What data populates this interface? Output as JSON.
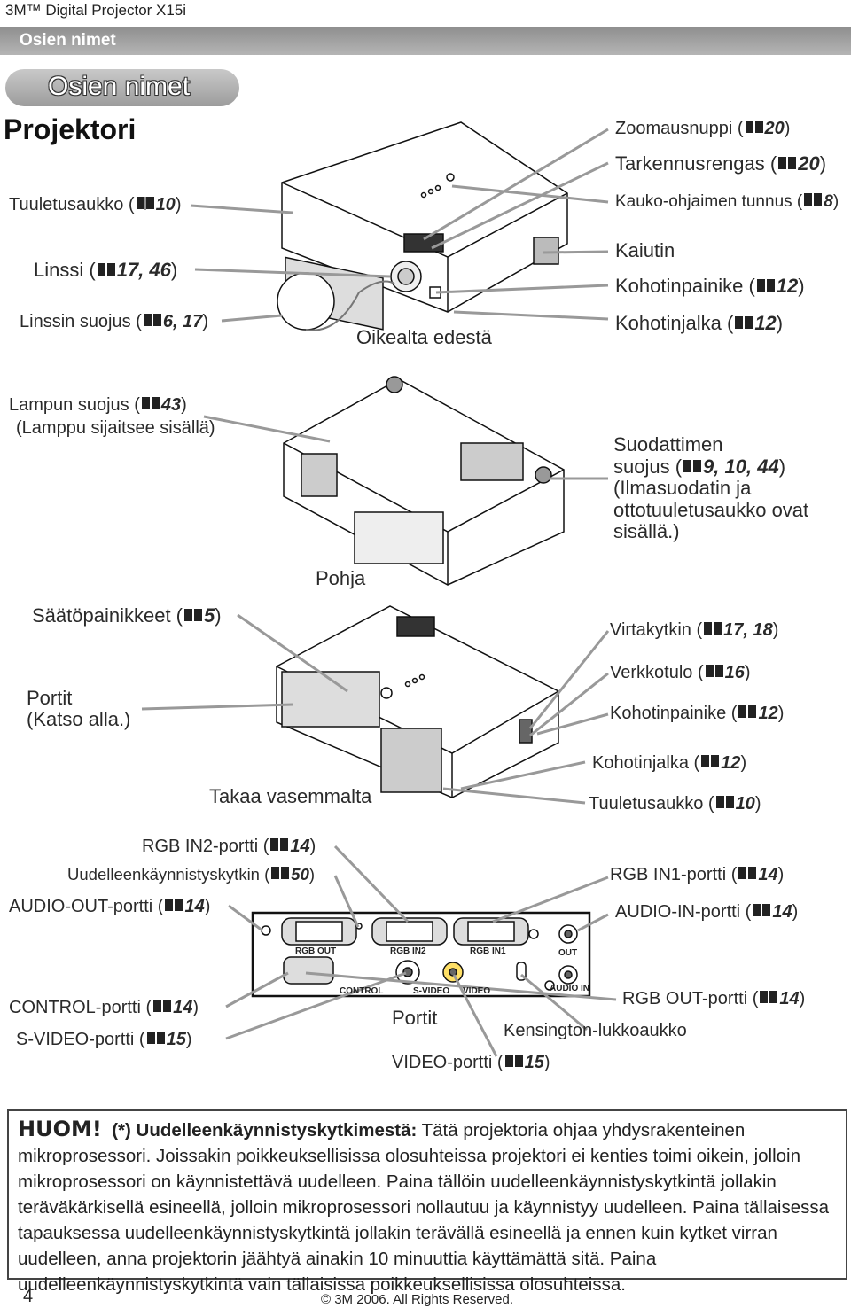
{
  "header": {
    "model": "3M™ Digital Projector X15i",
    "section_bar": "Osien nimet",
    "section_tab": "Osien nimet",
    "heading": "Projektori"
  },
  "front_view": {
    "caption": "Oikealta edestä",
    "left_labels": [
      {
        "text": "Tuuletusaukko (",
        "ref": "10"
      },
      {
        "text": "Linssi (",
        "ref": "17, 46"
      },
      {
        "text": "Linssin suojus (",
        "ref": "6, 17"
      }
    ],
    "right_labels": [
      {
        "text": "Zoomausnuppi (",
        "ref": "20"
      },
      {
        "text": "Tarkennusrengas (",
        "ref": "20"
      },
      {
        "text": "Kauko-ohjaimen tunnus (",
        "ref": "8"
      },
      {
        "text": "Kaiutin",
        "ref": ""
      },
      {
        "text": "Kohotinpainike (",
        "ref": "12"
      },
      {
        "text": "Kohotinjalka (",
        "ref": "12"
      }
    ]
  },
  "bottom_view": {
    "caption": "Pohja",
    "lamp_cover": {
      "text": "Lampun suojus (",
      "ref": "43",
      "note": "(Lamppu sijaitsee sisällä)"
    },
    "filter_cover": {
      "lines": [
        "Suodattimen",
        "suojus (",
        "(Ilmasuodatin ja",
        "ottotuuletusaukko ovat",
        "sisällä.)"
      ],
      "ref": "9, 10, 44"
    }
  },
  "rear_view": {
    "caption": "Takaa vasemmalta",
    "adjust_buttons": {
      "text": "Säätöpainikkeet (",
      "ref": "5"
    },
    "ports_note": [
      "Portit",
      "(Katso alla.)"
    ],
    "right_labels": [
      {
        "text": "Virtakytkin (",
        "ref": "17, 18"
      },
      {
        "text": "Verkkotulo (",
        "ref": "16"
      },
      {
        "text": "Kohotinpainike (",
        "ref": "12"
      },
      {
        "text": "Kohotinjalka (",
        "ref": "12"
      },
      {
        "text": "Tuuletusaukko (",
        "ref": "10"
      }
    ]
  },
  "ports_view": {
    "caption": "Portit",
    "left_labels": [
      {
        "text": "RGB IN2-portti (",
        "ref": "14"
      },
      {
        "text": "Uudelleenkäynnistyskytkin (",
        "ref": "50"
      },
      {
        "text": "AUDIO-OUT-portti (",
        "ref": "14"
      },
      {
        "text": "CONTROL-portti (",
        "ref": "14"
      },
      {
        "text": "S-VIDEO-portti (",
        "ref": "15"
      }
    ],
    "right_labels": [
      {
        "text": "RGB IN1-portti (",
        "ref": "14"
      },
      {
        "text": "AUDIO-IN-portti (",
        "ref": "14"
      },
      {
        "text": "RGB OUT-portti (",
        "ref": "14"
      }
    ],
    "bottom_labels": [
      {
        "text": "Kensington-lukkoaukko",
        "ref": ""
      },
      {
        "text": "VIDEO-portti (",
        "ref": "15"
      }
    ],
    "panel_labels": [
      "RGB OUT",
      "RGB IN2",
      "RGB IN1",
      "OUT",
      "CONTROL",
      "S-VIDEO",
      "VIDEO",
      "AUDIO IN"
    ]
  },
  "note": {
    "title": "HUOM!",
    "bold": "(*) Uudelleenkäynnistyskytkimestä:",
    "text": "Tätä projektoria ohjaa yhdysrakenteinen mikroprosessori. Joissakin poikkeuksellisissa olosuhteissa projektori ei kenties toimi oikein, jolloin mikroprosessori on käynnistettävä uudelleen. Paina tällöin uudelleenkäynnistyskytkintä jollakin teräväkärkisellä esineellä, jolloin mikroprosessori nollautuu ja käynnistyy uudelleen. Paina tällaisessa tapauksessa uudelleenkäynnistyskytkintä jollakin terävällä esineellä ja ennen kuin kytket virran uudelleen, anna projektorin jäähtyä ainakin 10 minuuttia käyttämättä sitä. Paina uudelleenkäynnistyskytkintä vain tällaisissa poikkeuksellisissa olosuhteissa."
  },
  "footer": {
    "page_number": "4",
    "copyright": "© 3M 2006.  All Rights Reserved."
  }
}
